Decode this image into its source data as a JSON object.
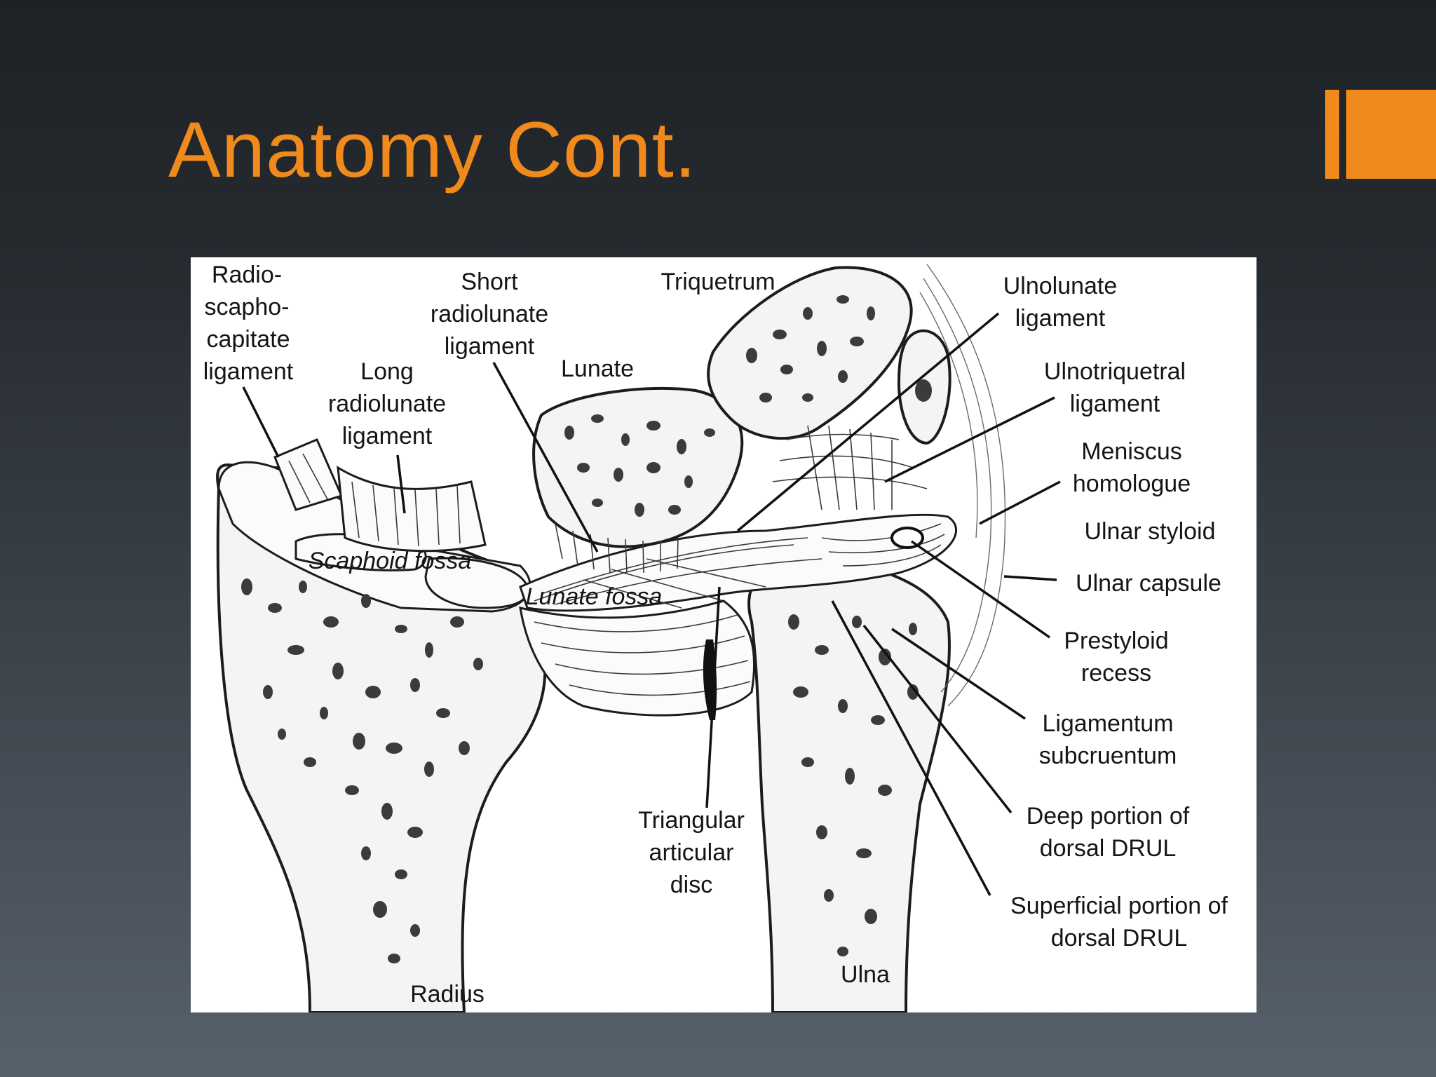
{
  "slide": {
    "title": "Anatomy Cont.",
    "accent_color": "#f08a1c"
  },
  "figure": {
    "labels": {
      "radioscaphocapitate_l1": "Radio-",
      "radioscaphocapitate_l2": "scapho-",
      "radioscaphocapitate_l3": "capitate",
      "radioscaphocapitate_l4": "ligament",
      "long_radiolunate_l1": "Long",
      "long_radiolunate_l2": "radiolunate",
      "long_radiolunate_l3": "ligament",
      "short_radiolunate_l1": "Short",
      "short_radiolunate_l2": "radiolunate",
      "short_radiolunate_l3": "ligament",
      "triquetrum": "Triquetrum",
      "lunate": "Lunate",
      "ulnolunate_l1": "Ulnolunate",
      "ulnolunate_l2": "ligament",
      "ulnotriquetral_l1": "Ulnotriquetral",
      "ulnotriquetral_l2": "ligament",
      "meniscus_l1": "Meniscus",
      "meniscus_l2": "homologue",
      "ulnar_styloid": "Ulnar styloid",
      "ulnar_capsule": "Ulnar capsule",
      "prestyloid_l1": "Prestyloid",
      "prestyloid_l2": "recess",
      "ligamentum_l1": "Ligamentum",
      "ligamentum_l2": "subcruentum",
      "deep_drul_l1": "Deep portion of",
      "deep_drul_l2": "dorsal DRUL",
      "superficial_drul_l1": "Superficial portion of",
      "superficial_drul_l2": "dorsal DRUL",
      "triangular_l1": "Triangular",
      "triangular_l2": "articular",
      "triangular_l3": "disc",
      "scaphoid_fossa": "Scaphoid fossa",
      "lunate_fossa": "Lunate fossa",
      "radius": "Radius",
      "ulna": "Ulna"
    }
  }
}
